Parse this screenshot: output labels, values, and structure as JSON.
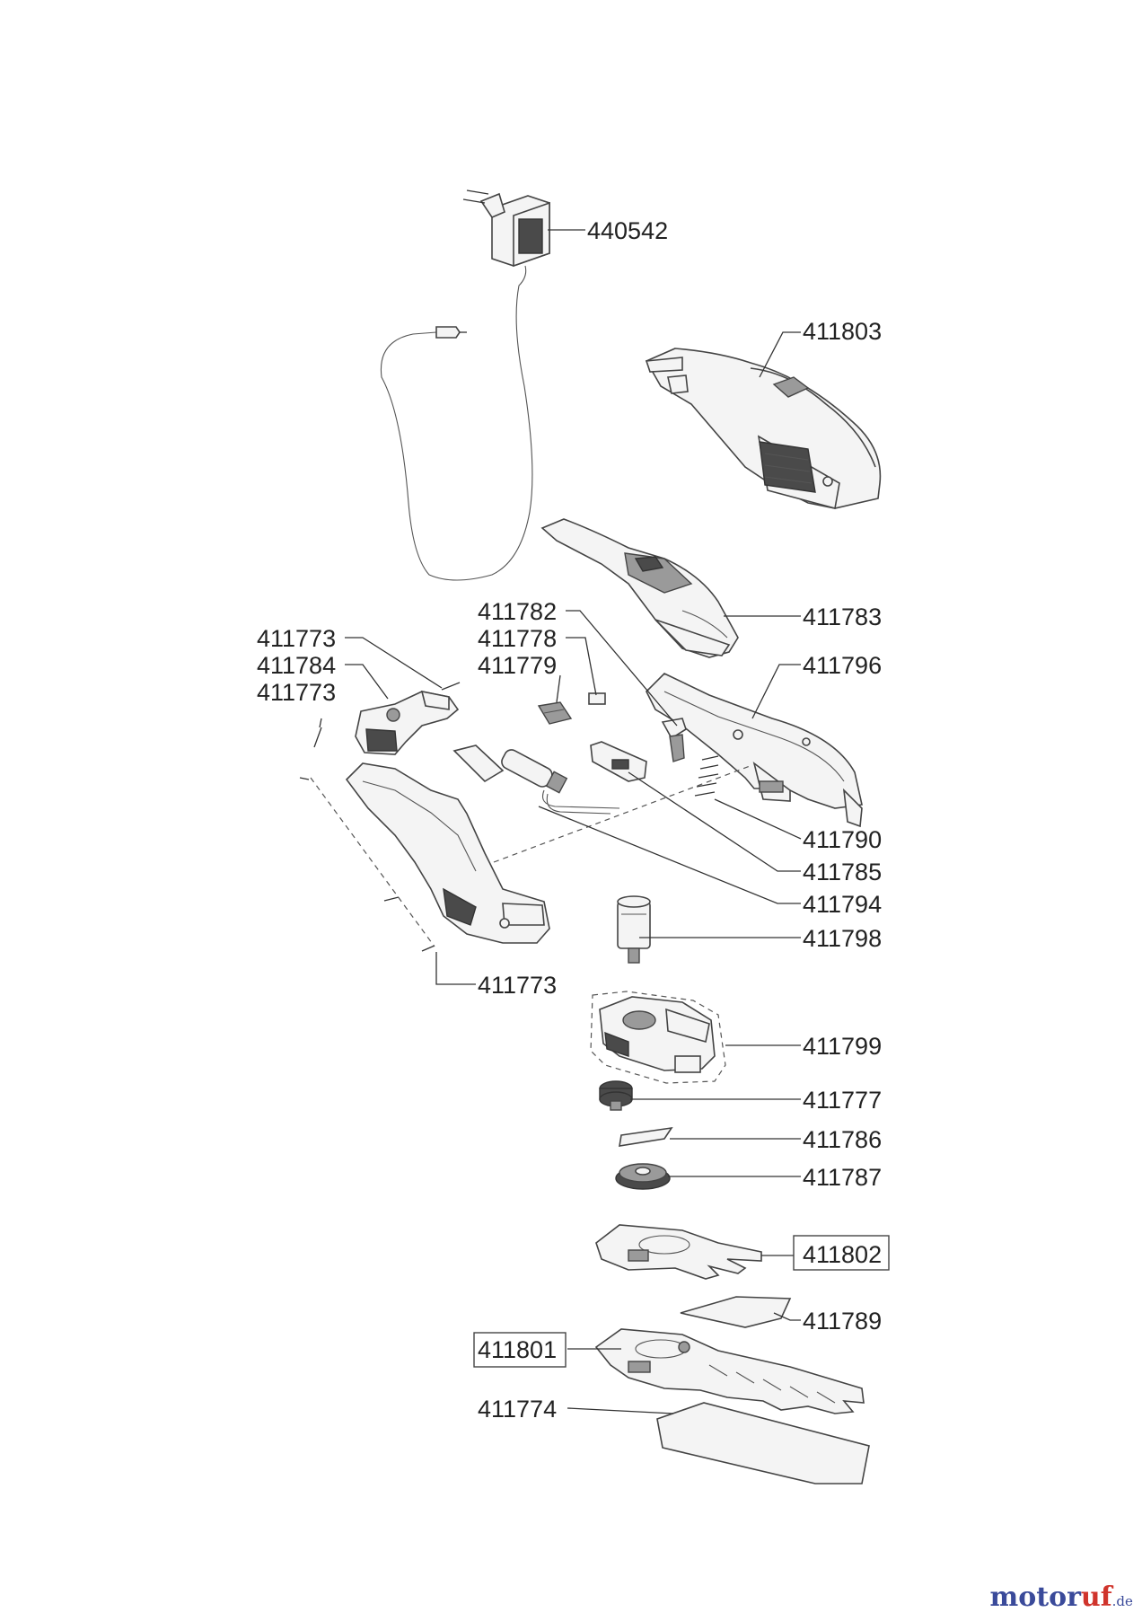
{
  "parts": [
    {
      "id": "p-440542",
      "number": "440542",
      "boxed": false
    },
    {
      "id": "p-411803",
      "number": "411803",
      "boxed": false
    },
    {
      "id": "p-411783",
      "number": "411783",
      "boxed": false
    },
    {
      "id": "p-411796",
      "number": "411796",
      "boxed": false
    },
    {
      "id": "p-411782",
      "number": "411782",
      "boxed": false
    },
    {
      "id": "p-411778",
      "number": "411778",
      "boxed": false
    },
    {
      "id": "p-411779",
      "number": "411779",
      "boxed": false
    },
    {
      "id": "p-411773a",
      "number": "411773",
      "boxed": false
    },
    {
      "id": "p-411784",
      "number": "411784",
      "boxed": false
    },
    {
      "id": "p-411773b",
      "number": "411773",
      "boxed": false
    },
    {
      "id": "p-411790",
      "number": "411790",
      "boxed": false
    },
    {
      "id": "p-411785",
      "number": "411785",
      "boxed": false
    },
    {
      "id": "p-411794",
      "number": "411794",
      "boxed": false
    },
    {
      "id": "p-411798",
      "number": "411798",
      "boxed": false
    },
    {
      "id": "p-411773c",
      "number": "411773",
      "boxed": false
    },
    {
      "id": "p-411799",
      "number": "411799",
      "boxed": false
    },
    {
      "id": "p-411777",
      "number": "411777",
      "boxed": false
    },
    {
      "id": "p-411786",
      "number": "411786",
      "boxed": false
    },
    {
      "id": "p-411787",
      "number": "411787",
      "boxed": false
    },
    {
      "id": "p-411802",
      "number": "411802",
      "boxed": true
    },
    {
      "id": "p-411789",
      "number": "411789",
      "boxed": false
    },
    {
      "id": "p-411801",
      "number": "411801",
      "boxed": true
    },
    {
      "id": "p-411774",
      "number": "411774",
      "boxed": false
    }
  ],
  "watermark": {
    "brand_part1": "motor",
    "brand_part2": "uf",
    "suffix": ".de",
    "color_main": "#3a4a9a",
    "color_accent": "#d0342c"
  }
}
